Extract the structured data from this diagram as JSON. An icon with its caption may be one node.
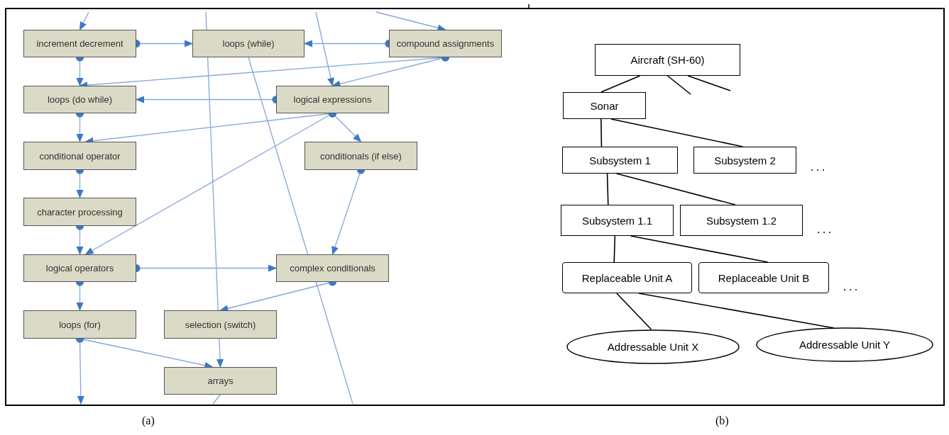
{
  "diagram": {
    "nodes": [
      {
        "text": [
          "increment decrement"
        ]
      },
      {
        "text": [
          "loops (while)"
        ]
      },
      {
        "text": [
          "compound assignments"
        ]
      },
      {
        "text": [
          "loops (do while)"
        ]
      },
      {
        "text": [
          "logical expressions"
        ]
      },
      {
        "text": [
          "conditional operator"
        ]
      },
      {
        "text": [
          "conditionals (if else)"
        ]
      },
      {
        "text": [
          "character processing"
        ]
      },
      {
        "text": [
          "logical operators"
        ]
      },
      {
        "text": [
          "complex conditionals"
        ]
      },
      {
        "text": [
          "loops (for)"
        ]
      },
      {
        "text": [
          "selection (switch)"
        ]
      },
      {
        "text": [
          "arrays"
        ]
      },
      {
        "text": [
          "Aircraft (SH-60)"
        ]
      },
      {
        "text": [
          "Sonar"
        ]
      },
      {
        "text": [
          "Subsystem 1"
        ]
      },
      {
        "text": [
          "Subsystem 2"
        ],
        "beside": [
          ". . ."
        ]
      },
      {
        "text": [
          "Subsystem 1.1"
        ]
      },
      {
        "text": [
          "Subsystem 1.2"
        ],
        "beside": [
          ". . ."
        ]
      },
      {
        "text": [
          "Replaceable Unit A"
        ]
      },
      {
        "text": [
          "Replaceable Unit B"
        ],
        "beside": [
          ". . ."
        ]
      },
      {
        "text": [
          "Addressable Unit X"
        ]
      },
      {
        "text": [
          "Addressable Unit Y"
        ]
      }
    ],
    "edges": [
      {
        "from": 0,
        "to": 1,
        "arrow": "to"
      },
      {
        "from": 0,
        "to": 3,
        "arrow": "to"
      },
      {
        "from": 2,
        "to": 1,
        "arrow": "to"
      },
      {
        "from": 2,
        "to": 3,
        "arrow": "to"
      },
      {
        "from": 2,
        "to": 4,
        "arrow": "to"
      },
      {
        "from": 4,
        "to": 3,
        "arrow": "to"
      },
      {
        "from": 4,
        "to": 5,
        "arrow": "to"
      },
      {
        "from": 4,
        "to": 6,
        "arrow": "to"
      },
      {
        "from": 4,
        "to": 8,
        "arrow": "to"
      },
      {
        "from": 3,
        "to": 5,
        "arrow": "to"
      },
      {
        "from": 5,
        "to": 7,
        "arrow": "to"
      },
      {
        "from": 7,
        "to": 8,
        "arrow": "to"
      },
      {
        "from": 8,
        "to": 10,
        "arrow": "to"
      },
      {
        "from": 8,
        "to": 9,
        "arrow": "to"
      },
      {
        "from": 6,
        "to": 9,
        "arrow": "to"
      },
      {
        "from": 9,
        "to": 11,
        "arrow": "to"
      },
      {
        "from": 10,
        "to": 12,
        "arrow": "to"
      },
      {
        "from": 10,
        "to": null,
        "arrow": "to"
      },
      {
        "from": 12,
        "to": null,
        "arrow": "none"
      },
      {
        "from": 1,
        "to": null,
        "arrow": "none"
      },
      {
        "from": null,
        "to": 0,
        "arrow": "to"
      },
      {
        "from": null,
        "to": 2,
        "arrow": "to"
      },
      {
        "from": null,
        "to": 4,
        "arrow": "to"
      },
      {
        "from": null,
        "to": 12,
        "arrow": "to"
      },
      {
        "from": 13,
        "to": 14,
        "arrow": "none",
        "color": "#000000"
      },
      {
        "from": 13,
        "to": null,
        "arrow": "none",
        "color": "#000000"
      },
      {
        "from": 13,
        "to": null,
        "arrow": "none",
        "color": "#000000"
      },
      {
        "from": 14,
        "to": 15,
        "arrow": "none",
        "color": "#000000"
      },
      {
        "from": 14,
        "to": 16,
        "arrow": "none",
        "color": "#000000"
      },
      {
        "from": 15,
        "to": 17,
        "arrow": "none",
        "color": "#000000"
      },
      {
        "from": 15,
        "to": 18,
        "arrow": "none",
        "color": "#000000"
      },
      {
        "from": 17,
        "to": 19,
        "arrow": "none",
        "color": "#000000"
      },
      {
        "from": 17,
        "to": 20,
        "arrow": "none",
        "color": "#000000"
      },
      {
        "from": 19,
        "to": 21,
        "arrow": "none",
        "color": "#000000"
      },
      {
        "from": 19,
        "to": 22,
        "arrow": "none",
        "color": "#000000"
      }
    ],
    "labels": [
      "(a)",
      "(b)"
    ]
  }
}
